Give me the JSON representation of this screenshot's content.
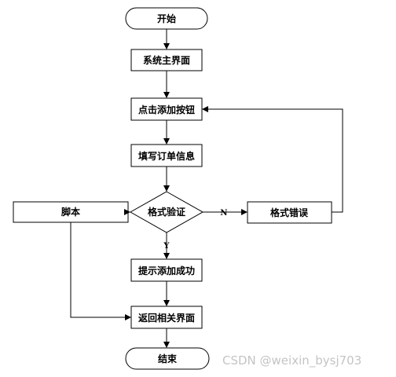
{
  "flowchart": {
    "nodes": {
      "start": "开始",
      "main_ui": "系统主界面",
      "click_add": "点击添加按钮",
      "fill_order": "填写订单信息",
      "format_check": "格式验证",
      "format_error": "格式错误",
      "script": "脚本",
      "add_success": "提示添加成功",
      "return_page": "返回相关界面",
      "end": "结束"
    },
    "edge_labels": {
      "no": "N",
      "yes": "Y"
    }
  },
  "watermark": "CSDN @weixin_bysj703"
}
